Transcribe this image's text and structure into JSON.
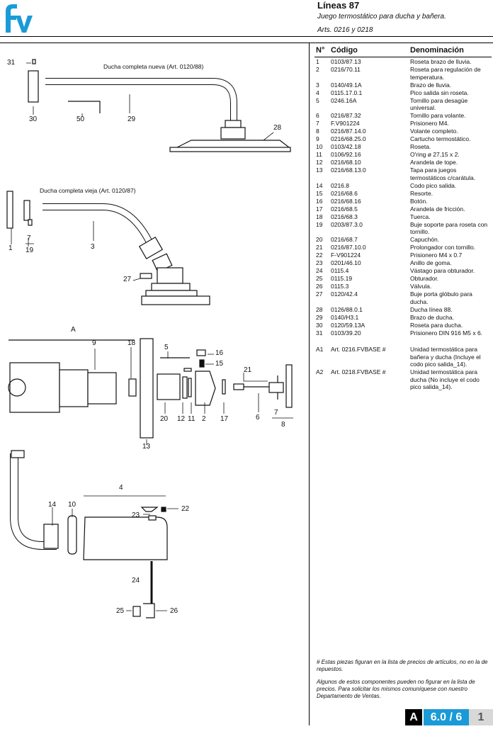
{
  "header": {
    "brand_text": "fv",
    "title": "Líneas 87",
    "subtitle": "Juego termostático para ducha y bañera.",
    "articles": "Arts. 0216 y 0218"
  },
  "colors": {
    "brand": "#1a9bd7",
    "accent": "#1a9bd7",
    "page_grey": "#d8d8d8",
    "ink": "#111111"
  },
  "diagram": {
    "caption_new": "Ducha completa nueva (Art. 0120/88)",
    "caption_old": "Ducha completa vieja (Art. 0120/87)",
    "callouts": {
      "c31": "31",
      "c30": "30",
      "c50": "50",
      "c29": "29",
      "c28": "28",
      "c1": "1",
      "c7a": "7",
      "c19": "19",
      "c3": "3",
      "c27": "27",
      "cA": "A",
      "c9": "9",
      "c18": "18",
      "c5": "5",
      "c16": "16",
      "c15": "15",
      "c21": "21",
      "c20": "20",
      "c12": "12",
      "c11": "11",
      "c2": "2",
      "c17": "17",
      "c6": "6",
      "c7b": "7",
      "c8": "8",
      "c13": "13",
      "c4": "4",
      "c14": "14",
      "c10": "10",
      "c23": "23",
      "c22": "22",
      "c24": "24",
      "c25": "25",
      "c26": "26"
    }
  },
  "table": {
    "col_no": "N°",
    "col_code": "Código",
    "col_desc": "Denominación",
    "rows": [
      {
        "no": "1",
        "code": "0103/87.13",
        "desc": "Roseta brazo de lluvia."
      },
      {
        "no": "2",
        "code": "0216/70.11",
        "desc": "Roseta para regulación de temperatura."
      },
      {
        "no": "3",
        "code": "0140/49.1A",
        "desc": "Brazo de lluvia."
      },
      {
        "no": "4",
        "code": "0115.17.0.1",
        "desc": "Pico salida sin roseta."
      },
      {
        "no": "5",
        "code": "0246.16A",
        "desc": "Tornillo para desagüe universal."
      },
      {
        "no": "6",
        "code": "0216/87.32",
        "desc": "Tornillo para volante."
      },
      {
        "no": "7",
        "code": "F.V901224",
        "desc": "Prisionero M4."
      },
      {
        "no": "8",
        "code": "0216/87.14.0",
        "desc": "Volante completo."
      },
      {
        "no": "9",
        "code": "0216/68.25.0",
        "desc": "Cartucho termostático."
      },
      {
        "no": "10",
        "code": "0103/42.18",
        "desc": "Roseta."
      },
      {
        "no": "11",
        "code": "0106/92.16",
        "desc": "O'ring ø 27,15 x 2."
      },
      {
        "no": "12",
        "code": "0216/68.10",
        "desc": "Arandela de tope."
      },
      {
        "no": "13",
        "code": "0216/68.13.0",
        "desc": "Tapa para juegos termostáticos c/carátula."
      },
      {
        "no": "14",
        "code": "0216.8",
        "desc": "Codo pico salida."
      },
      {
        "no": "15",
        "code": "0216/68.6",
        "desc": "Resorte."
      },
      {
        "no": "16",
        "code": "0216/68.16",
        "desc": "Botón."
      },
      {
        "no": "17",
        "code": "0216/68.5",
        "desc": "Arandela de fricción."
      },
      {
        "no": "18",
        "code": "0216/68.3",
        "desc": "Tuerca."
      },
      {
        "no": "19",
        "code": "0203/87.3.0",
        "desc": "Buje soporte para roseta con tornillo."
      },
      {
        "no": "20",
        "code": "0216/68.7",
        "desc": "Capuchón."
      },
      {
        "no": "21",
        "code": "0216/87.10.0",
        "desc": "Prolongador con tornillo."
      },
      {
        "no": "22",
        "code": "F-V901224",
        "desc": "Prisionero M4 x 0.7"
      },
      {
        "no": "23",
        "code": "0201/46.10",
        "desc": "Anillo de goma."
      },
      {
        "no": "24",
        "code": "0115.4",
        "desc": "Vástago para obturador."
      },
      {
        "no": "25",
        "code": "0115.19",
        "desc": "Obturador."
      },
      {
        "no": "26",
        "code": "0115.3",
        "desc": "Válvula."
      },
      {
        "no": "27",
        "code": "0120/42.4",
        "desc": "Buje porta glóbulo para ducha."
      },
      {
        "no": "28",
        "code": "0126/88.0.1",
        "desc": "Ducha línea 88."
      },
      {
        "no": "29",
        "code": "0140/H3.1",
        "desc": "Brazo de ducha."
      },
      {
        "no": "30",
        "code": "0120/59.13A",
        "desc": "Roseta para ducha."
      },
      {
        "no": "31",
        "code": "0103/39.20",
        "desc": "Prisionero DIN 916 M5 x 6."
      }
    ],
    "extra": [
      {
        "no": "A1",
        "code": "Art. 0216.FVBASE #",
        "desc": "Unidad termostática para bañera y ducha (Incluye el codo pico salida_14)."
      },
      {
        "no": "A2",
        "code": "Art. 0218.FVBASE #",
        "desc": "Unidad termostática para ducha (No incluye el codo pico salida_14)."
      }
    ]
  },
  "footnotes": {
    "note1": "# Estas piezas figuran en la lista de precios de artículos, no en la de repuestos.",
    "note2": "Algunos de estos componentes pueden no figurar en la lista de precios. Para solicitar los mismos comuníquese con nuestro Departamento de Ventas."
  },
  "page_badge": {
    "letter": "A",
    "section": "6.0 / 6",
    "page": "1"
  }
}
